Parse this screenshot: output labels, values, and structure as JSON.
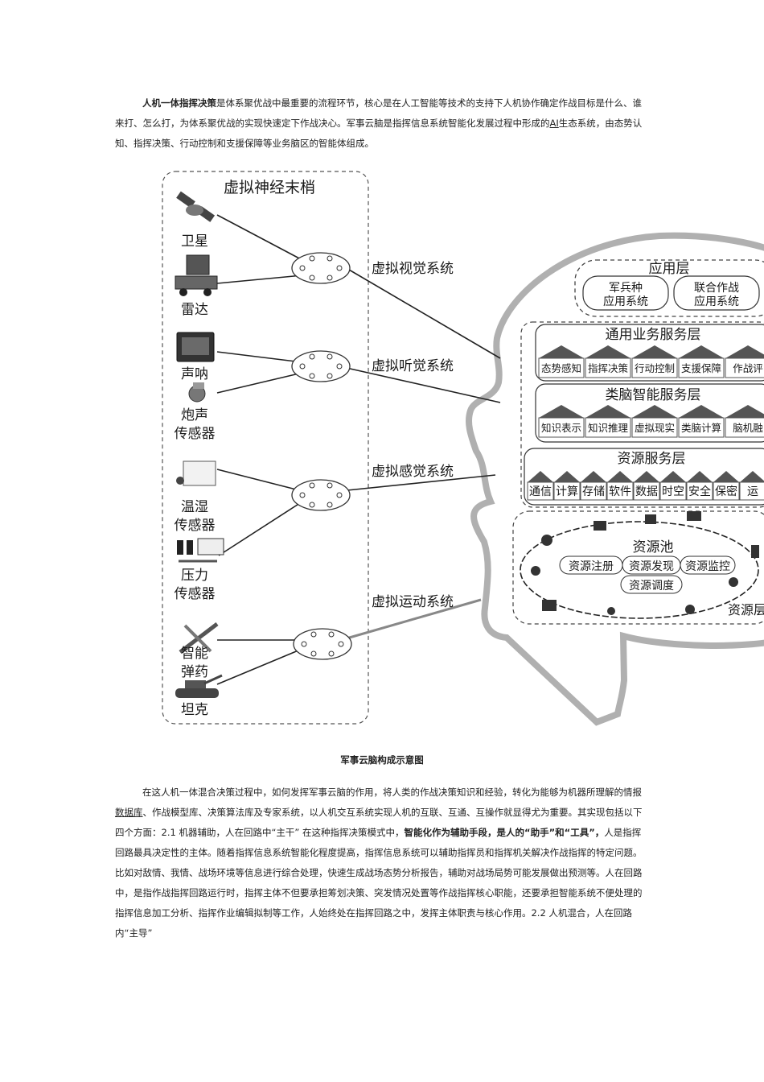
{
  "intro": {
    "bold_term": "人机一体指挥决策",
    "text_a": "是体系聚优战中最重要的流程环节，核心是在人工智能等技术的支持下人机协作确定作战目标是什么、谁来打、怎么打，为体系聚优战的实现快速定下作战决心。军事云脑是指挥信息系统智能化发展过程中形成的",
    "ai_link": "AI",
    "text_b": "生态系统，由态势认知、指挥决策、行动控制和支援保障等业务脑区的智能体组成。"
  },
  "figure": {
    "terminal_title": "虚拟神经末梢",
    "devices": {
      "satellite": "卫星",
      "radar": "雷达",
      "sonar": "声呐",
      "gun_sound_1": "炮声",
      "gun_sound_2": "传感器",
      "temp_1": "温湿",
      "temp_2": "传感器",
      "pressure_1": "压力",
      "pressure_2": "传感器",
      "munition_1": "智能",
      "munition_2": "弹药",
      "tank": "坦克"
    },
    "systems": {
      "visual": "虚拟视觉系统",
      "auditory": "虚拟听觉系统",
      "sensory": "虚拟感觉系统",
      "motor": "虚拟运动系统"
    },
    "app_layer": {
      "title": "应用层",
      "box1_l1": "军兵种",
      "box1_l2": "应用系统",
      "box2_l1": "联合作战",
      "box2_l2": "应用系统"
    },
    "general_layer": {
      "title": "通用业务服务层",
      "items": [
        "态势感知",
        "指挥决策",
        "行动控制",
        "支援保障",
        "作战评"
      ]
    },
    "brain_layer": {
      "title": "类脑智能服务层",
      "items": [
        "知识表示",
        "知识推理",
        "虚拟现实",
        "类脑计算",
        "脑机融"
      ]
    },
    "resource_layer": {
      "title": "资源服务层",
      "items": [
        "通信",
        "计算",
        "存储",
        "软件",
        "数据",
        "时空",
        "安全",
        "保密",
        "运"
      ]
    },
    "pool": {
      "title": "资源池",
      "register": "资源注册",
      "discover": "资源发现",
      "monitor": "资源监控",
      "schedule": "资源调度",
      "layer_label": "资源层"
    }
  },
  "caption": "军事云脑构成示意图",
  "body": {
    "s1": "在这人机一体混合决策过程中，如何发挥军事云脑的作用，将人类的作战决策知识和经验，转化为能够为机器所理解的情报",
    "s1_link": "数据库",
    "s2": "、作战模型库、决策算法库及专家系统，以人机交互系统实现人机的互联、互通、互操作就显得尤为重要。其实现包括以下四个方面：2.1 机器辅助，人在回路中“主干” 在这种指挥决策模式中，",
    "s3_bold": "智能化作为辅助手段，是人的“助手”和“工具”，",
    "s4": "人是指挥回路最具决定性的主体。随着指挥信息系统智能化程度提高，指挥信息系统可以辅助指挥员和指挥机关解决作战指挥的特定问题。比如对敌情、我情、战场环境等信息进行综合处理，快速生成战场态势分析报告，辅助对战场局势可能发展做出预测等。人在回路中，是指作战指挥回路运行时，指挥主体不但要承担筹划决策、突发情况处置等作战指挥核心职能，还要承担智能系统不便处理的指挥信息加工分析、指挥作业编辑拟制等工作，人始终处在指挥回路之中，发挥主体职责与核心作用。2.2 人机混合，人在回路内“主导”"
  }
}
